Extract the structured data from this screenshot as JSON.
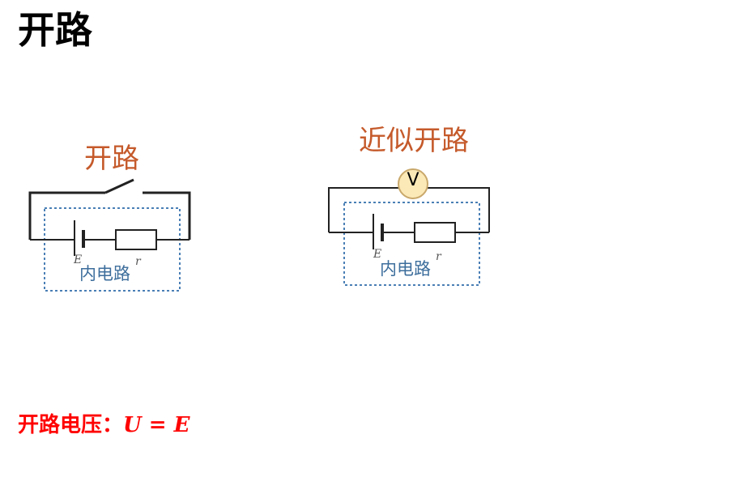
{
  "title": "开路",
  "left_diagram": {
    "label": "开路",
    "inner_label": "内电路",
    "emf_symbol": "E",
    "resistance_symbol": "r"
  },
  "right_diagram": {
    "label": "近似开路",
    "inner_label": "内电路",
    "emf_symbol": "E",
    "resistance_symbol": "r",
    "meter_symbol": "V"
  },
  "formula": {
    "prefix": "开路电压：",
    "expression": "U = E"
  },
  "colors": {
    "title": "#000000",
    "label": "#c55a2b",
    "inner_label": "#3d6e9c",
    "dashed_box": "#4a7fb5",
    "wire": "#222222",
    "voltmeter_fill": "#fbe9b7",
    "voltmeter_stroke": "#c9a86b",
    "formula": "#ff0000"
  }
}
